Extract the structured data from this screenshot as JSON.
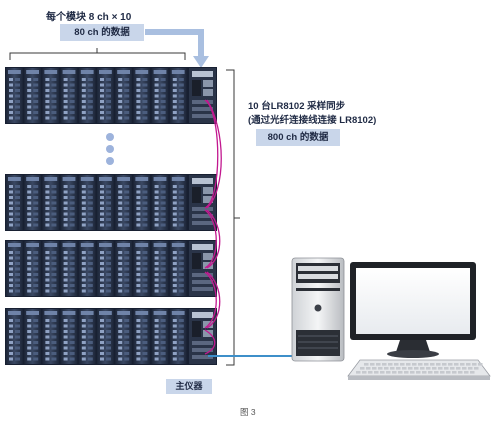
{
  "diagram": {
    "per_module_label": "每个模块 8 ch × 10",
    "per_unit_data_label": "80 ch 的数据",
    "sync_label_line1": "10 台LR8102 采样同步",
    "sync_label_line2": "(通过光纤连接线连接 LR8102)",
    "total_data_label": "800 ch 的数据",
    "main_unit_label": "主仪器",
    "figure_caption": "图 3"
  },
  "icons": {
    "rack_unit": "logger-rack-icon",
    "continuation": "ellipsis-dots-icon",
    "pc_tower": "pc-tower-icon",
    "monitor": "monitor-icon",
    "keyboard": "keyboard-icon"
  },
  "colors": {
    "label_box": "#c9d6ea",
    "arrow": "#a9bfe0",
    "optical_fiber": "#c2188f",
    "lan_cable": "#3d8fc9",
    "module_body": "#2d3a52",
    "dots": "#9db3dc"
  }
}
